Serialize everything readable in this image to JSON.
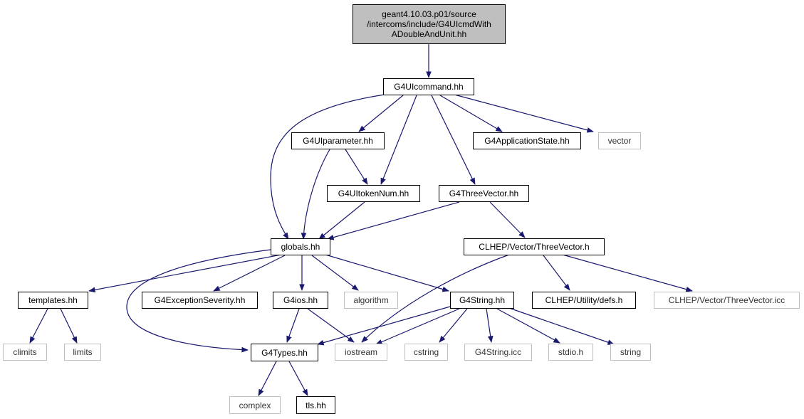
{
  "colors": {
    "edge": "#191970",
    "root_fill": "#bfbfbf",
    "node_border": "#000000",
    "system_border": "#bfbfbf"
  },
  "nodes": {
    "root": "geant4.10.03.p01/source\n/intercoms/include/G4UIcmdWith\nADoubleAndUnit.hh",
    "uicommand": "G4UIcommand.hh",
    "uiparameter": "G4UIparameter.hh",
    "appstate": "G4ApplicationState.hh",
    "vector": "vector",
    "uitokennum": "G4UItokenNum.hh",
    "threevector": "G4ThreeVector.hh",
    "globals": "globals.hh",
    "clhep_threevector_h": "CLHEP/Vector/ThreeVector.h",
    "templates": "templates.hh",
    "exceptionseverity": "G4ExceptionSeverity.hh",
    "ios": "G4ios.hh",
    "algorithm": "algorithm",
    "g4string": "G4String.hh",
    "clhep_defs": "CLHEP/Utility/defs.h",
    "clhep_threevector_icc": "CLHEP/Vector/ThreeVector.icc",
    "climits": "climits",
    "limits": "limits",
    "g4types": "G4Types.hh",
    "iostream": "iostream",
    "cstring": "cstring",
    "g4string_icc": "G4String.icc",
    "stdio": "stdio.h",
    "string": "string",
    "complex": "complex",
    "tls": "tls.hh"
  }
}
